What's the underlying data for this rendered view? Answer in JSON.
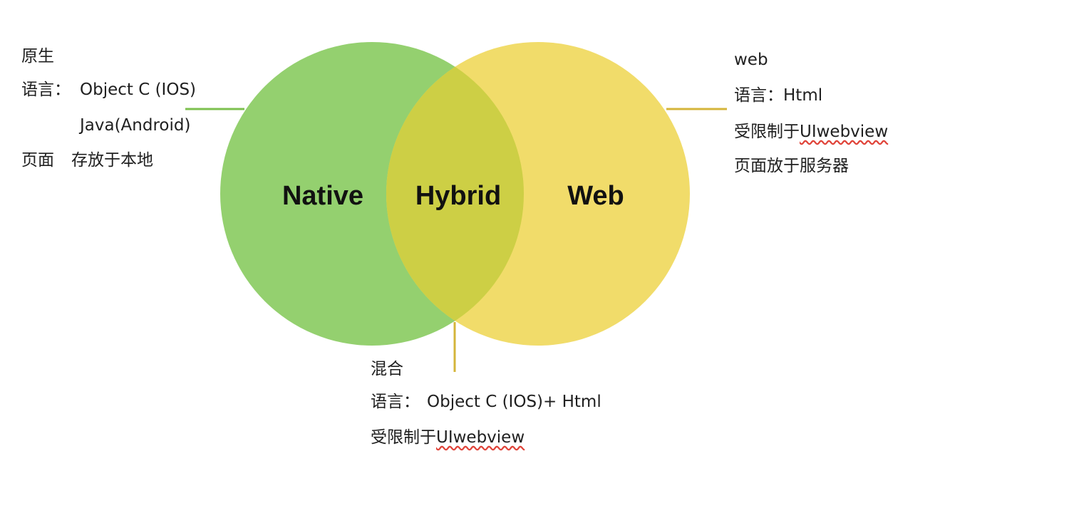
{
  "circles": {
    "native": {
      "label": "Native",
      "color": "#94d06f"
    },
    "web": {
      "label": "Web",
      "color": "#f1dc6a"
    },
    "hybrid": {
      "label": "Hybrid",
      "color": "#cdcf45"
    }
  },
  "connector_colors": {
    "native": "#7cc04f",
    "web": "#d4b53a",
    "hybrid": "#d4b53a"
  },
  "native_note": {
    "title": "原生",
    "language_label": "语言：",
    "language_line1": "Object C (IOS)",
    "language_line2": "Java(Android)",
    "page_label": "页面",
    "page_value": "存放于本地"
  },
  "web_note": {
    "title": "web",
    "language_label": "语言：",
    "language_value": "Html",
    "limit_prefix": "受限制于",
    "limit_value": "UIwebview",
    "page_line": "页面放于服务器"
  },
  "hybrid_note": {
    "title": "混合",
    "language_label": "语言：",
    "language_value": "Object C (IOS)+ Html",
    "limit_prefix": "受限制于",
    "limit_value": "UIwebview"
  }
}
